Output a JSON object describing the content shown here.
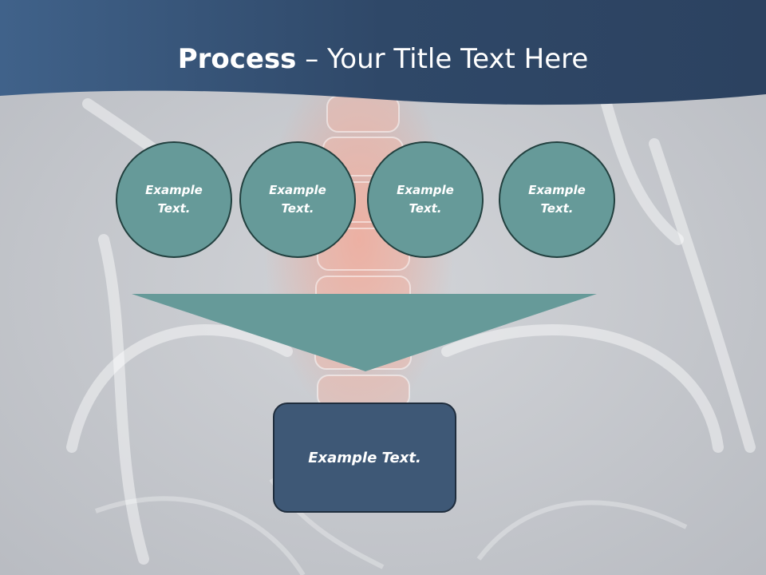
{
  "slide": {
    "title_bold": "Process",
    "title_rest": " – Your Title Text Here",
    "circles": [
      {
        "label": "Example Text."
      },
      {
        "label": "Example Text."
      },
      {
        "label": "Example Text."
      },
      {
        "label": "Example Text."
      }
    ],
    "result_box": {
      "label": "Example Text."
    }
  },
  "colors": {
    "header": "#35506e",
    "circle_fill": "#669a99",
    "circle_border": "#22403f",
    "arrow_fill": "#669a99",
    "box_fill": "#3e5876",
    "background": "#c9cbcf"
  }
}
